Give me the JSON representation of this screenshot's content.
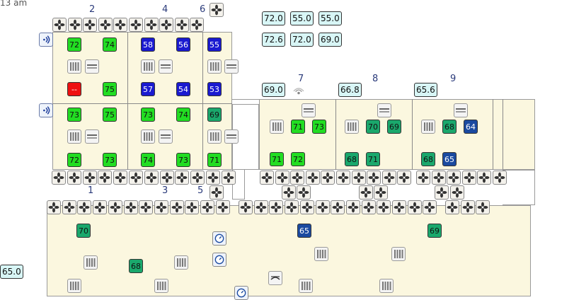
{
  "header": {
    "time": "13 am"
  },
  "zones": [
    {
      "id": "z1",
      "label": "1"
    },
    {
      "id": "z2",
      "label": "2"
    },
    {
      "id": "z3",
      "label": "3"
    },
    {
      "id": "z4",
      "label": "4"
    },
    {
      "id": "z5",
      "label": "5"
    },
    {
      "id": "z6",
      "label": "6"
    },
    {
      "id": "z7",
      "label": "7"
    },
    {
      "id": "z8",
      "label": "8"
    },
    {
      "id": "z9",
      "label": "9"
    }
  ],
  "sensors": [
    {
      "v": "72"
    },
    {
      "v": "74"
    },
    {
      "v": "58"
    },
    {
      "v": "56"
    },
    {
      "v": "55"
    },
    {
      "v": "--"
    },
    {
      "v": "75"
    },
    {
      "v": "57"
    },
    {
      "v": "54"
    },
    {
      "v": "53"
    },
    {
      "v": "73"
    },
    {
      "v": "75"
    },
    {
      "v": "73"
    },
    {
      "v": "74"
    },
    {
      "v": "69"
    },
    {
      "v": "72"
    },
    {
      "v": "73"
    },
    {
      "v": "74"
    },
    {
      "v": "73"
    },
    {
      "v": "71"
    },
    {
      "v": "71"
    },
    {
      "v": "73"
    },
    {
      "v": "70"
    },
    {
      "v": "69"
    },
    {
      "v": "68"
    },
    {
      "v": "64"
    },
    {
      "v": "71"
    },
    {
      "v": "72"
    },
    {
      "v": "68"
    },
    {
      "v": "71"
    },
    {
      "v": "68"
    },
    {
      "v": "65"
    },
    {
      "v": "70"
    },
    {
      "v": "65"
    },
    {
      "v": "69"
    },
    {
      "v": "68"
    }
  ],
  "readouts": [
    {
      "v": "72.0"
    },
    {
      "v": "55.0"
    },
    {
      "v": "55.0"
    },
    {
      "v": "72.6"
    },
    {
      "v": "72.0"
    },
    {
      "v": "69.0"
    },
    {
      "v": "69.0"
    },
    {
      "v": "66.8"
    },
    {
      "v": "65.6"
    },
    {
      "v": "65.0"
    }
  ],
  "colors": {
    "green": "#22dd22",
    "teal": "#1aa86c",
    "blue": "#1a1ad0",
    "navy": "#1a4aa0",
    "red": "#ee1111",
    "readout": "#d8f6f6",
    "floor": "#fbf7df"
  },
  "icons": {
    "fan": "fan-icon",
    "radiator": "radiator-icon",
    "vent": "vent-icon",
    "wifi": "wifi-icon",
    "clock": "clock-icon",
    "sound": "sound-icon"
  }
}
